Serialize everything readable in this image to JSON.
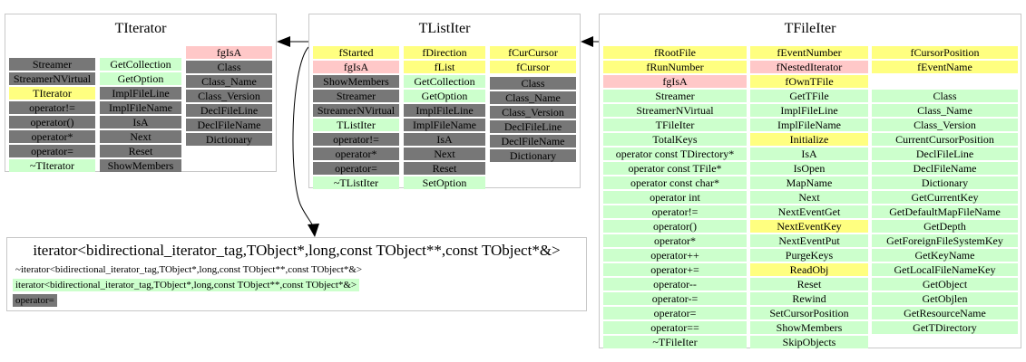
{
  "colors": {
    "public": "#ccffcc",
    "protected": "#ffff80",
    "private_data": "#ffc8c8",
    "inherited": "#777777"
  },
  "classes": [
    {
      "title": "TIterator",
      "cols": [
        [
          {
            "t": "Streamer",
            "k": "g"
          },
          {
            "t": "StreamerNVirtual",
            "k": "g"
          },
          {
            "t": "TIterator",
            "k": "y"
          },
          {
            "t": "operator!=",
            "k": "g"
          },
          {
            "t": "operator()",
            "k": "g"
          },
          {
            "t": "operator*",
            "k": "g"
          },
          {
            "t": "operator=",
            "k": "g"
          },
          {
            "t": "~TIterator",
            "k": "n"
          }
        ],
        [
          {
            "t": "GetCollection",
            "k": "n"
          },
          {
            "t": "GetOption",
            "k": "n"
          },
          {
            "t": "ImplFileLine",
            "k": "g"
          },
          {
            "t": "ImplFileName",
            "k": "g"
          },
          {
            "t": "IsA",
            "k": "g"
          },
          {
            "t": "Next",
            "k": "g"
          },
          {
            "t": "Reset",
            "k": "g"
          },
          {
            "t": "ShowMembers",
            "k": "g"
          }
        ],
        [
          {
            "t": "fgIsA",
            "k": "p"
          },
          {
            "t": "Class",
            "k": "g"
          },
          {
            "t": "Class_Name",
            "k": "g"
          },
          {
            "t": "Class_Version",
            "k": "g"
          },
          {
            "t": "DeclFileLine",
            "k": "g"
          },
          {
            "t": "DeclFileName",
            "k": "g"
          },
          {
            "t": "Dictionary",
            "k": "g"
          }
        ]
      ]
    },
    {
      "title": "TListIter",
      "cols": [
        [
          {
            "t": "fStarted",
            "k": "y"
          },
          {
            "t": "fgIsA",
            "k": "p"
          },
          {
            "t": "ShowMembers",
            "k": "g"
          },
          {
            "t": "Streamer",
            "k": "g"
          },
          {
            "t": "StreamerNVirtual",
            "k": "g"
          },
          {
            "t": "TListIter",
            "k": "n"
          },
          {
            "t": "operator!=",
            "k": "g"
          },
          {
            "t": "operator*",
            "k": "g"
          },
          {
            "t": "operator=",
            "k": "g"
          },
          {
            "t": "~TListIter",
            "k": "n"
          }
        ],
        [
          {
            "t": "fDirection",
            "k": "y"
          },
          {
            "t": "fList",
            "k": "y"
          },
          {
            "t": "GetCollection",
            "k": "n"
          },
          {
            "t": "GetOption",
            "k": "n"
          },
          {
            "t": "ImplFileLine",
            "k": "g"
          },
          {
            "t": "ImplFileName",
            "k": "g"
          },
          {
            "t": "IsA",
            "k": "g"
          },
          {
            "t": "Next",
            "k": "g"
          },
          {
            "t": "Reset",
            "k": "g"
          },
          {
            "t": "SetOption",
            "k": "n"
          }
        ],
        [
          {
            "t": "fCurCursor",
            "k": "y"
          },
          {
            "t": "fCursor",
            "k": "y"
          },
          {
            "t": "Class",
            "k": "g"
          },
          {
            "t": "Class_Name",
            "k": "g"
          },
          {
            "t": "Class_Version",
            "k": "g"
          },
          {
            "t": "DeclFileLine",
            "k": "g"
          },
          {
            "t": "DeclFileName",
            "k": "g"
          },
          {
            "t": "Dictionary",
            "k": "g"
          }
        ]
      ]
    },
    {
      "title": "TFileIter",
      "cols": [
        [
          {
            "t": "fRootFile",
            "k": "y"
          },
          {
            "t": "fRunNumber",
            "k": "y"
          },
          {
            "t": "fgIsA",
            "k": "p"
          },
          {
            "t": "Streamer",
            "k": "n"
          },
          {
            "t": "StreamerNVirtual",
            "k": "n"
          },
          {
            "t": "TFileIter",
            "k": "n"
          },
          {
            "t": "TotalKeys",
            "k": "n"
          },
          {
            "t": "operator const TDirectory*",
            "k": "n"
          },
          {
            "t": "operator const TFile*",
            "k": "n"
          },
          {
            "t": "operator const char*",
            "k": "n"
          },
          {
            "t": "operator int",
            "k": "n"
          },
          {
            "t": "operator!=",
            "k": "n"
          },
          {
            "t": "operator()",
            "k": "n"
          },
          {
            "t": "operator*",
            "k": "n"
          },
          {
            "t": "operator++",
            "k": "n"
          },
          {
            "t": "operator+=",
            "k": "n"
          },
          {
            "t": "operator--",
            "k": "n"
          },
          {
            "t": "operator-=",
            "k": "n"
          },
          {
            "t": "operator=",
            "k": "n"
          },
          {
            "t": "operator==",
            "k": "n"
          },
          {
            "t": "~TFileIter",
            "k": "n"
          }
        ],
        [
          {
            "t": "fEventNumber",
            "k": "y"
          },
          {
            "t": "fNestedIterator",
            "k": "p"
          },
          {
            "t": "fOwnTFile",
            "k": "y"
          },
          {
            "t": "GetTFile",
            "k": "n"
          },
          {
            "t": "ImplFileLine",
            "k": "n"
          },
          {
            "t": "ImplFileName",
            "k": "n"
          },
          {
            "t": "Initialize",
            "k": "y"
          },
          {
            "t": "IsA",
            "k": "n"
          },
          {
            "t": "IsOpen",
            "k": "n"
          },
          {
            "t": "MapName",
            "k": "n"
          },
          {
            "t": "Next",
            "k": "n"
          },
          {
            "t": "NextEventGet",
            "k": "n"
          },
          {
            "t": "NextEventKey",
            "k": "y"
          },
          {
            "t": "NextEventPut",
            "k": "n"
          },
          {
            "t": "PurgeKeys",
            "k": "n"
          },
          {
            "t": "ReadObj",
            "k": "y"
          },
          {
            "t": "Reset",
            "k": "n"
          },
          {
            "t": "Rewind",
            "k": "n"
          },
          {
            "t": "SetCursorPosition",
            "k": "n"
          },
          {
            "t": "ShowMembers",
            "k": "n"
          },
          {
            "t": "SkipObjects",
            "k": "n"
          }
        ],
        [
          {
            "t": "fCursorPosition",
            "k": "y"
          },
          {
            "t": "fEventName",
            "k": "y"
          },
          {
            "t": "Class",
            "k": "n"
          },
          {
            "t": "Class_Name",
            "k": "n"
          },
          {
            "t": "Class_Version",
            "k": "n"
          },
          {
            "t": "CurrentCursorPosition",
            "k": "n"
          },
          {
            "t": "DeclFileLine",
            "k": "n"
          },
          {
            "t": "DeclFileName",
            "k": "n"
          },
          {
            "t": "Dictionary",
            "k": "n"
          },
          {
            "t": "GetCurrentKey",
            "k": "n"
          },
          {
            "t": "GetDefaultMapFileName",
            "k": "n"
          },
          {
            "t": "GetDepth",
            "k": "n"
          },
          {
            "t": "GetForeignFileSystemKey",
            "k": "n"
          },
          {
            "t": "GetKeyName",
            "k": "n"
          },
          {
            "t": "GetLocalFileNameKey",
            "k": "n"
          },
          {
            "t": "GetObject",
            "k": "n"
          },
          {
            "t": "GetObjlen",
            "k": "n"
          },
          {
            "t": "GetResourceName",
            "k": "n"
          },
          {
            "t": "GetTDirectory",
            "k": "n"
          }
        ]
      ]
    }
  ],
  "iterator_class": {
    "title": "iterator<bidirectional_iterator_tag,TObject*,long,const TObject**,const TObject*&>",
    "destructor": "~iterator<bidirectional_iterator_tag,TObject*,long,const TObject**,const TObject*&>",
    "constructor": "iterator<bidirectional_iterator_tag,TObject*,long,const TObject**,const TObject*&>",
    "operator": "operator="
  }
}
